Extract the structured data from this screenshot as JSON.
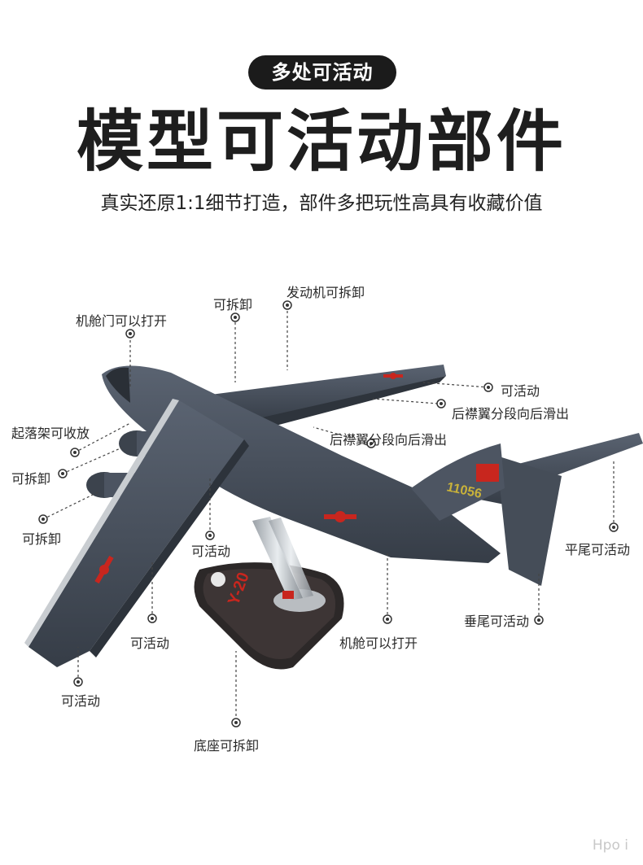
{
  "badge": "多处可活动",
  "headline": "模型可活动部件",
  "subline": "真实还原1:1细节打造，部件多把玩性高具有收藏价值",
  "tail_number": "11056",
  "stand_text": "Y-20",
  "watermark": "Hpo i",
  "callouts": {
    "engine_removable": "发动机可拆卸",
    "top_removable": "可拆卸",
    "cabin_door_open": "机舱门可以打开",
    "right_wing_movable": "可活动",
    "flap_slide_right": "后襟翼分段向后滑出",
    "flap_slide_center": "后襟翼分段向后滑出",
    "landing_gear": "起落架可收放",
    "left_removable_1": "可拆卸",
    "left_removable_2": "可拆卸",
    "center_movable": "可活动",
    "horizontal_tail": "平尾可活动",
    "vertical_tail": "垂尾可活动",
    "cabin_open_bottom": "机舱可以打开",
    "wing_movable_low": "可活动",
    "wingtip_movable": "可活动",
    "base_removable": "底座可拆卸"
  },
  "colors": {
    "fuselage": "#4a5360",
    "fuselage_dark": "#353c46",
    "accent_red": "#c8261e",
    "badge_bg": "#1b1b1b"
  }
}
